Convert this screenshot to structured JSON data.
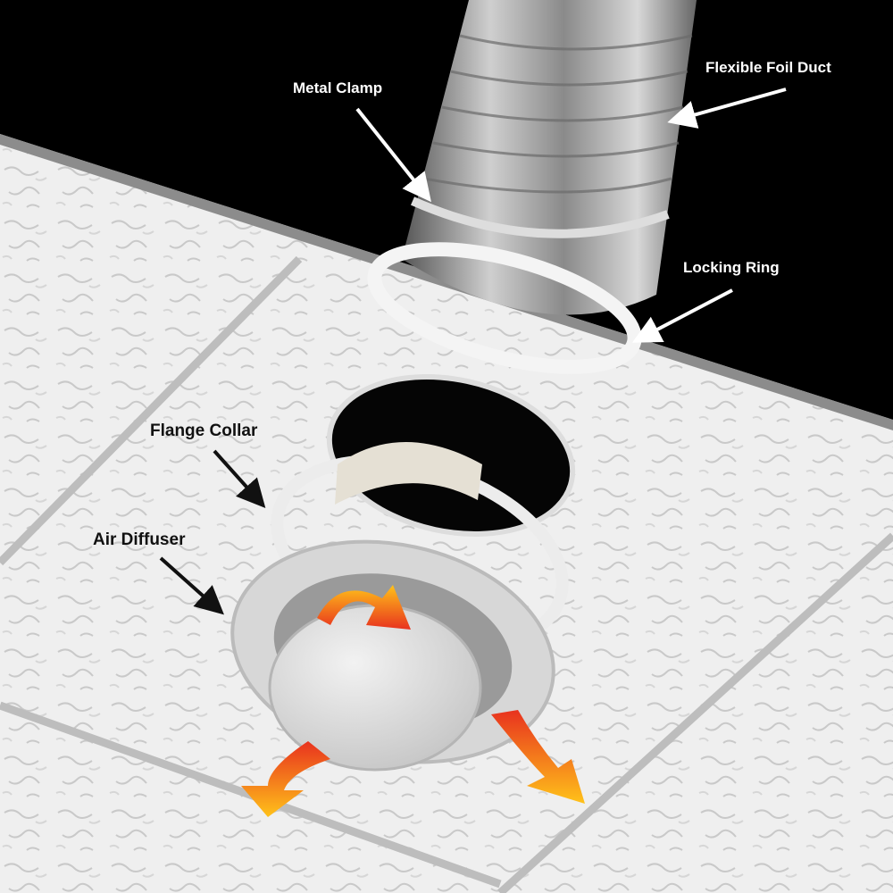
{
  "labels": {
    "metal_clamp": "Metal Clamp",
    "flexible_foil_duct": "Flexible Foil Duct",
    "locking_ring": "Locking Ring",
    "flange_collar": "Flange Collar",
    "air_diffuser": "Air Diffuser"
  },
  "colors": {
    "background": "#000000",
    "ceiling": "#eeeeee",
    "ceiling_grid": "#b8b8b8",
    "foil": "#a9a9a9",
    "airflow_start": "#e8321e",
    "airflow_end": "#ffc21a"
  }
}
